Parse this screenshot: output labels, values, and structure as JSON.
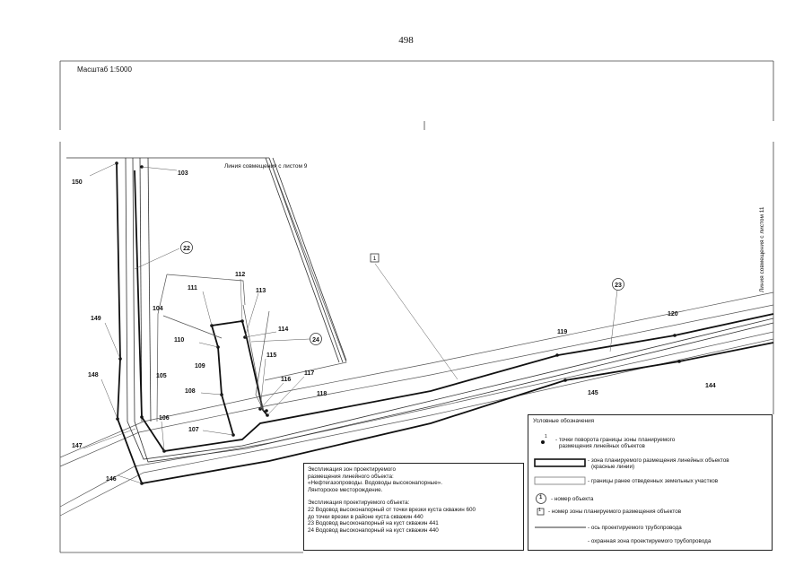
{
  "page_number": "498",
  "scale_text": "Масштаб 1:5000",
  "match_line_top": "Линия совмещения с листом 9",
  "match_line_right": "Линия совмещения с листом 11",
  "zone_number": "1",
  "point_labels": {
    "p103": "103",
    "p104": "104",
    "p105": "105",
    "p106": "106",
    "p107": "107",
    "p108": "108",
    "p109": "109",
    "p110": "110",
    "p111": "111",
    "p112": "112",
    "p113": "113",
    "p114": "114",
    "p115": "115",
    "p116": "116",
    "p117": "117",
    "p118": "118",
    "p119": "119",
    "p120": "120",
    "p144": "144",
    "p145": "145",
    "p146": "146",
    "p147": "147",
    "p148": "148",
    "p149": "149",
    "p150": "150"
  },
  "object_labels": {
    "o22": "22",
    "o23": "23",
    "o24": "24"
  },
  "explication": {
    "line1": "Экспликация зон проектируемого",
    "line2": "размещения линейного объекта:",
    "line3": "«Нефтегазопроводы. Водоводы высоконапорные».",
    "line4": "Лянторское месторождение.",
    "line5": "Экспликация проектируемого объекта:",
    "items": [
      "22   Водовод высоконапорный от точки врезки куста скважин 600",
      "       до точки врезки в районе куста скважин 440",
      "23   Водовод высоконапорный на куст скважин 441",
      "24   Водовод высоконапорный на куст скважин 440"
    ]
  },
  "legend": {
    "title": "Условные обозначения",
    "point_marker": "1",
    "point_line1": "- точки поворота границы зоны планируемого",
    "point_line2": "размещения линейных объектов",
    "zone_line1": "- зона планируемого размещения линейных объектов",
    "zone_line2": "(красные линии)",
    "previous_plots": "- границы ранее отведенных земельных участков",
    "object_marker": "1",
    "object_number": "- номер объекта",
    "zone_marker": "1",
    "zone_number": "- номер зоны планируемого размещения объектов",
    "pipeline_axis": "- ось проектируемого трубопровода",
    "protective_zone": "- охранная зона проектируемого трубопровода"
  }
}
